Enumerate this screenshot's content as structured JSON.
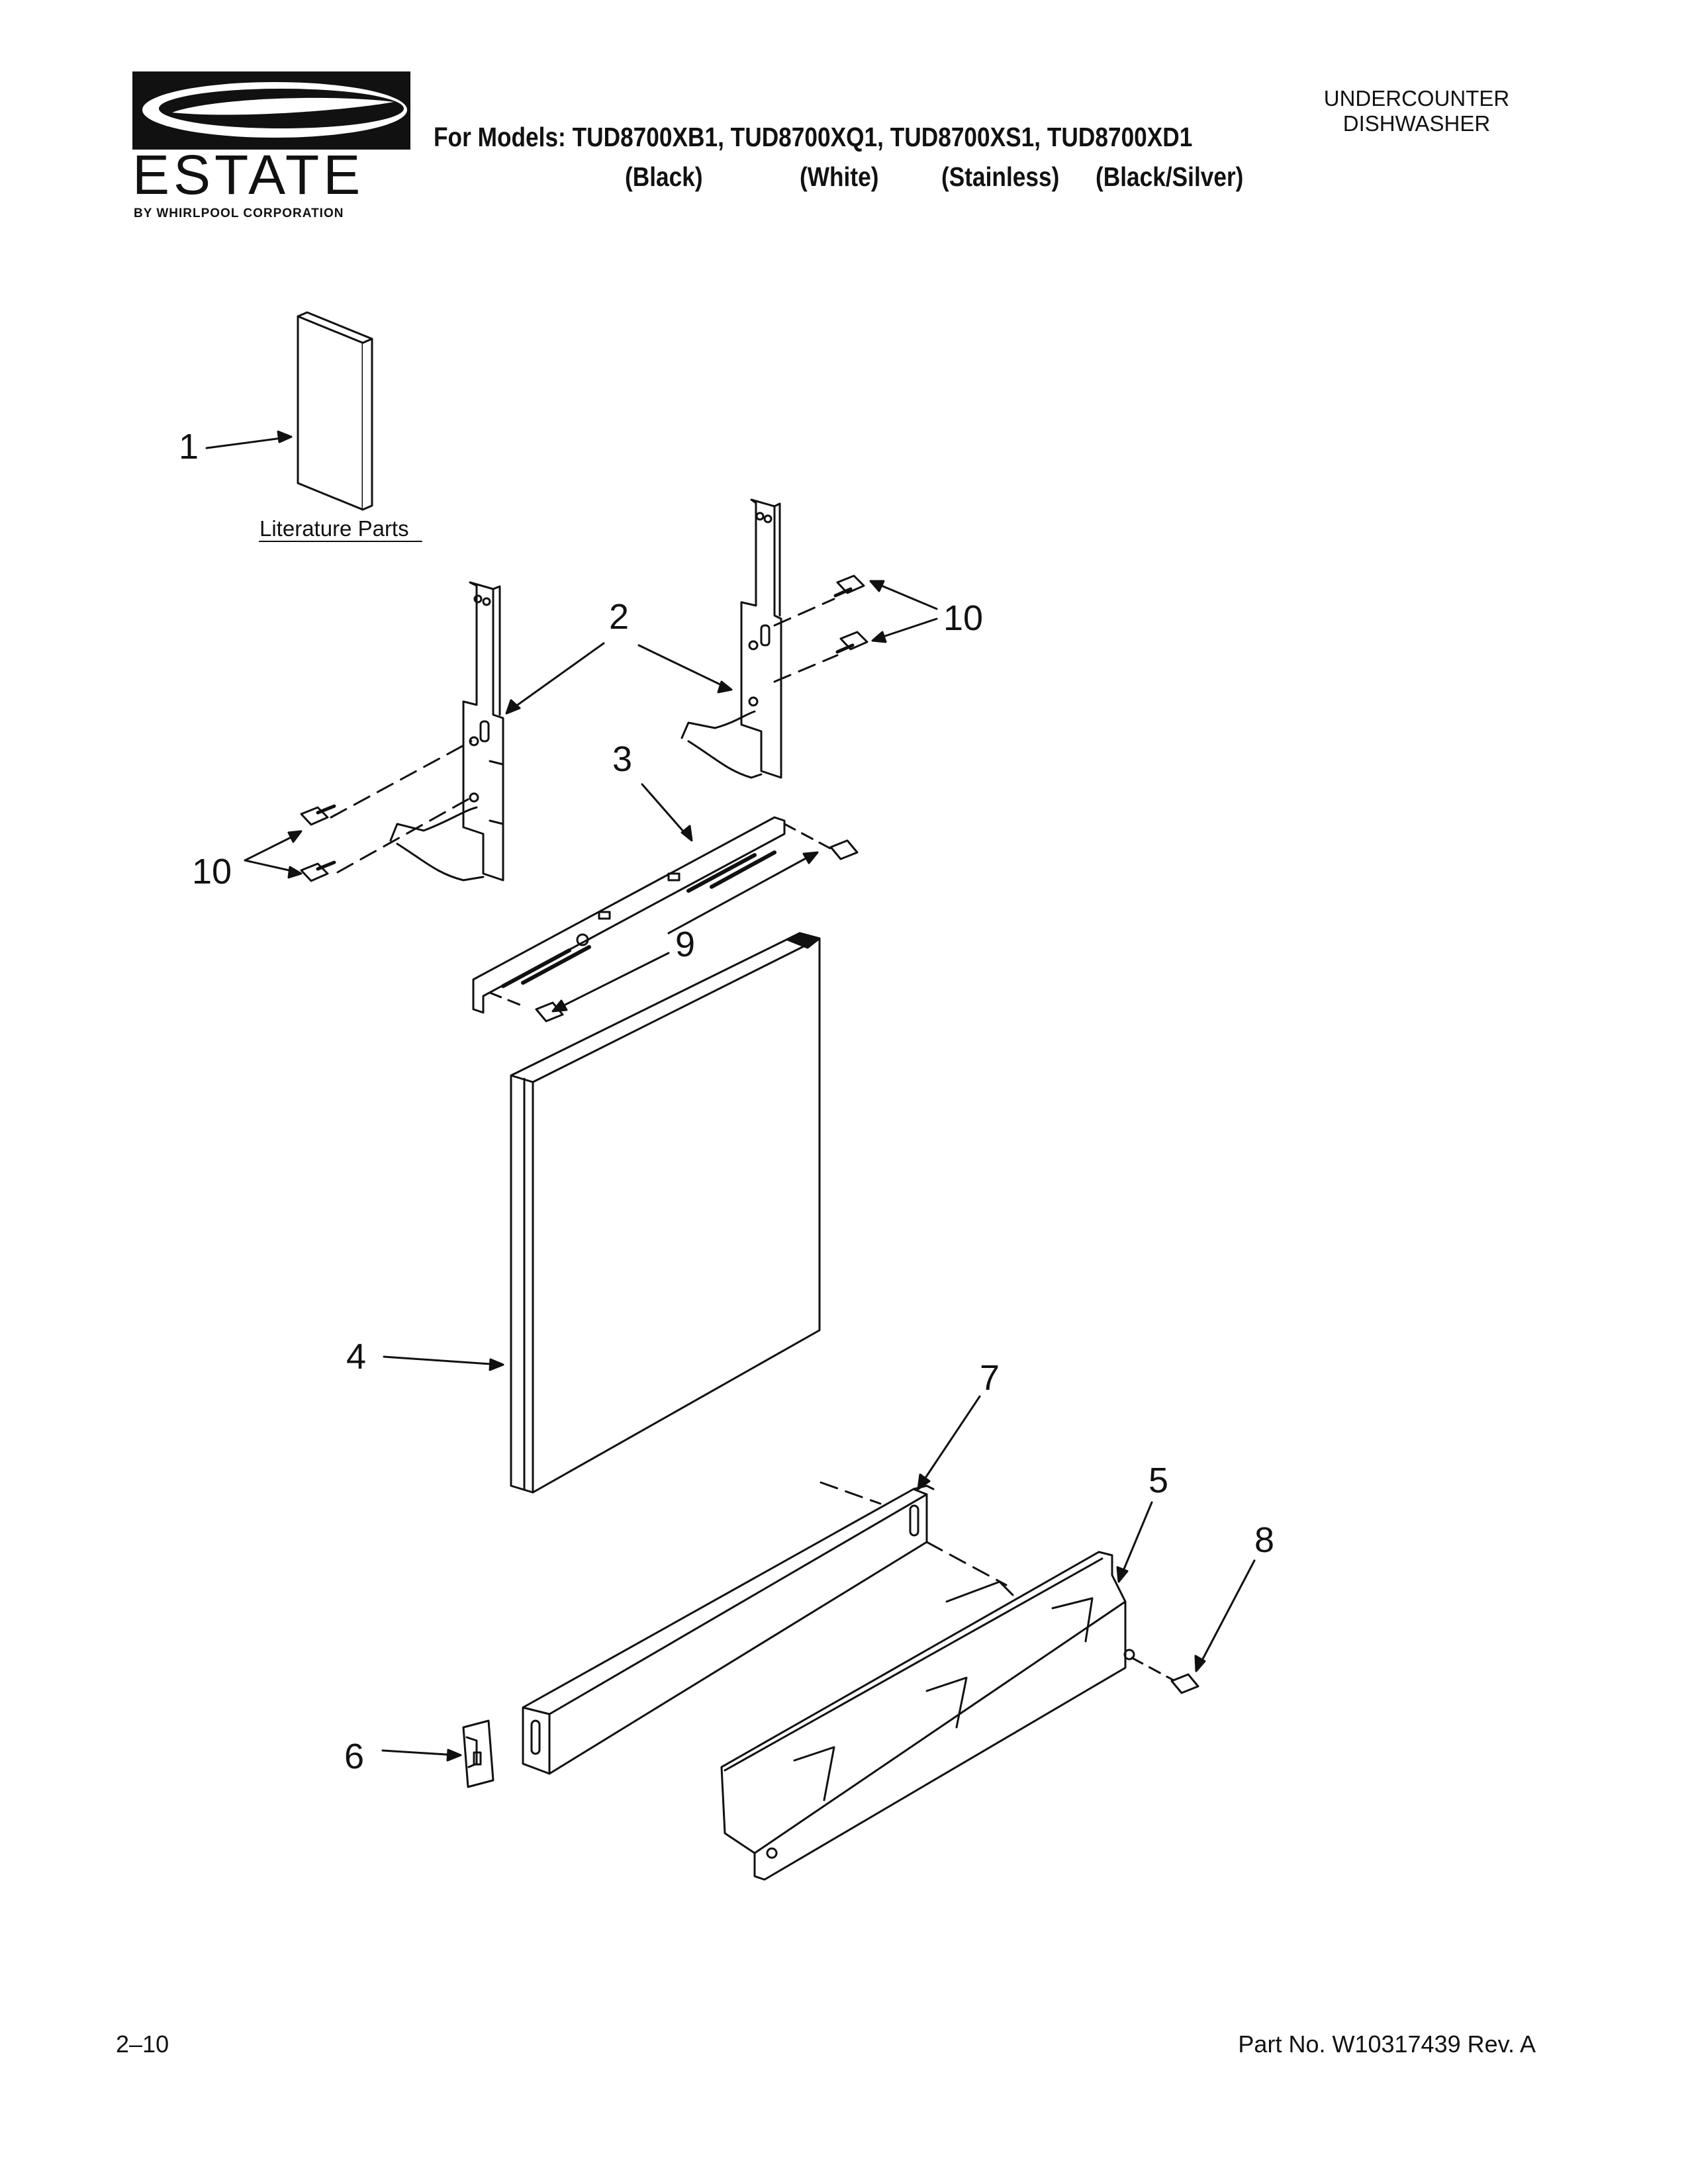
{
  "header": {
    "brand": "ESTATE",
    "brand_byline": "BY WHIRLPOOL CORPORATION",
    "models_line": "For Models: TUD8700XB1, TUD8700XQ1, TUD8700XS1, TUD8700XD1",
    "model_colors": [
      "(Black)",
      "(White)",
      "(Stainless)",
      "(Black/Silver)"
    ],
    "product_type": [
      "UNDERCOUNTER",
      "DISHWASHER"
    ]
  },
  "diagram": {
    "literature_label": "Literature Parts",
    "callouts": [
      "1",
      "2",
      "3",
      "4",
      "5",
      "6",
      "7",
      "8",
      "9",
      "10",
      "10"
    ]
  },
  "footer": {
    "page": "2–10",
    "part_no": "Part No. W10317439 Rev. A"
  }
}
